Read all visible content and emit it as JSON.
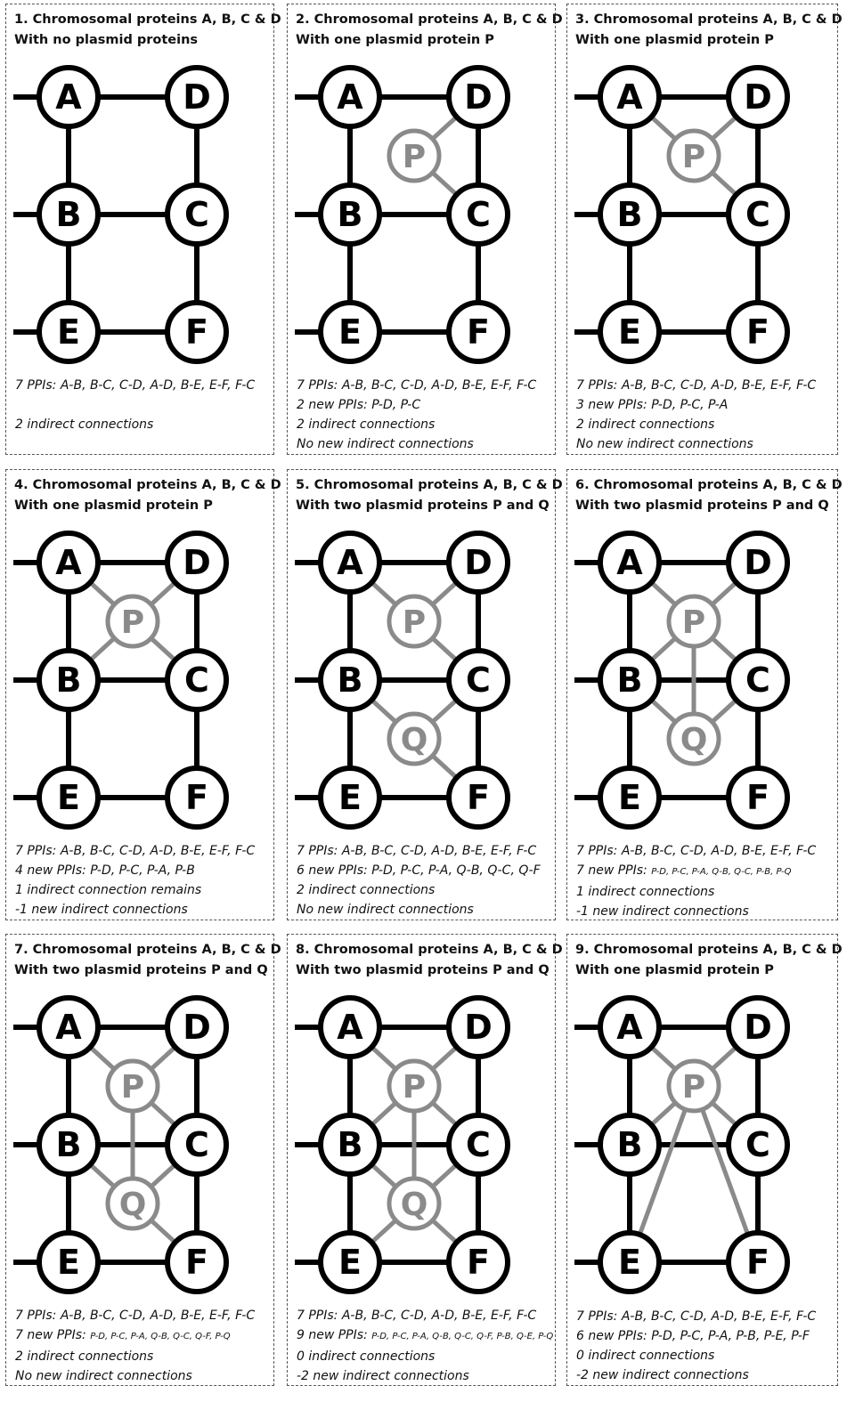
{
  "colors": {
    "chromosomal": "#000000",
    "plasmid": "#8a8a8a",
    "background": "#ffffff"
  },
  "panels": [
    {
      "title_line1": "1. Chromosomal proteins A, B, C & D",
      "title_line2": "With no plasmid proteins",
      "nodes": [
        "A",
        "B",
        "C",
        "D",
        "E",
        "F"
      ],
      "plasmid_nodes": [],
      "chromosomal_edges": [
        [
          "A",
          "B"
        ],
        [
          "B",
          "C"
        ],
        [
          "C",
          "D"
        ],
        [
          "A",
          "D"
        ],
        [
          "B",
          "E"
        ],
        [
          "E",
          "F"
        ],
        [
          "F",
          "C"
        ]
      ],
      "plasmid_edges": [],
      "notes": [
        {
          "text": "7 PPIs: A-B, B-C, C-D, A-D, B-E, E-F, F-C"
        },
        {
          "text": ""
        },
        {
          "text": "2 indirect connections"
        }
      ]
    },
    {
      "title_line1": "2. Chromosomal proteins A, B, C & D",
      "title_line2": "With one plasmid protein P",
      "nodes": [
        "A",
        "B",
        "C",
        "D",
        "E",
        "F"
      ],
      "plasmid_nodes": [
        "P"
      ],
      "chromosomal_edges": [
        [
          "A",
          "B"
        ],
        [
          "B",
          "C"
        ],
        [
          "C",
          "D"
        ],
        [
          "A",
          "D"
        ],
        [
          "B",
          "E"
        ],
        [
          "E",
          "F"
        ],
        [
          "F",
          "C"
        ]
      ],
      "plasmid_edges": [
        [
          "P",
          "D"
        ],
        [
          "P",
          "C"
        ]
      ],
      "notes": [
        {
          "text": "7 PPIs: A-B, B-C, C-D, A-D, B-E, E-F, F-C"
        },
        {
          "text": "2 new PPIs: P-D, P-C"
        },
        {
          "text": "2 indirect connections"
        },
        {
          "text": "No new indirect connections"
        }
      ]
    },
    {
      "title_line1": "3. Chromosomal proteins A, B, C & D",
      "title_line2": "With one plasmid protein P",
      "nodes": [
        "A",
        "B",
        "C",
        "D",
        "E",
        "F"
      ],
      "plasmid_nodes": [
        "P"
      ],
      "chromosomal_edges": [
        [
          "A",
          "B"
        ],
        [
          "B",
          "C"
        ],
        [
          "C",
          "D"
        ],
        [
          "A",
          "D"
        ],
        [
          "B",
          "E"
        ],
        [
          "E",
          "F"
        ],
        [
          "F",
          "C"
        ]
      ],
      "plasmid_edges": [
        [
          "P",
          "D"
        ],
        [
          "P",
          "C"
        ],
        [
          "P",
          "A"
        ]
      ],
      "notes": [
        {
          "text": "7 PPIs: A-B, B-C, C-D, A-D, B-E, E-F, F-C"
        },
        {
          "text": "3 new PPIs: P-D, P-C, P-A"
        },
        {
          "text": "2 indirect connections"
        },
        {
          "text": "No new indirect connections"
        }
      ]
    },
    {
      "title_line1": "4. Chromosomal proteins A, B, C & D",
      "title_line2": "With one plasmid protein P",
      "nodes": [
        "A",
        "B",
        "C",
        "D",
        "E",
        "F"
      ],
      "plasmid_nodes": [
        "P"
      ],
      "chromosomal_edges": [
        [
          "A",
          "B"
        ],
        [
          "B",
          "C"
        ],
        [
          "C",
          "D"
        ],
        [
          "A",
          "D"
        ],
        [
          "B",
          "E"
        ],
        [
          "E",
          "F"
        ],
        [
          "F",
          "C"
        ]
      ],
      "plasmid_edges": [
        [
          "P",
          "D"
        ],
        [
          "P",
          "C"
        ],
        [
          "P",
          "A"
        ],
        [
          "P",
          "B"
        ]
      ],
      "notes": [
        {
          "text": "7 PPIs: A-B, B-C, C-D, A-D, B-E, E-F, F-C"
        },
        {
          "text": "4 new PPIs: P-D, P-C, P-A, P-B"
        },
        {
          "text": "1 indirect connection remains"
        },
        {
          "text": "-1 new indirect connections"
        }
      ]
    },
    {
      "title_line1": "5. Chromosomal proteins A, B, C & D",
      "title_line2": "With two plasmid proteins P and Q",
      "nodes": [
        "A",
        "B",
        "C",
        "D",
        "E",
        "F"
      ],
      "plasmid_nodes": [
        "P",
        "Q"
      ],
      "chromosomal_edges": [
        [
          "A",
          "B"
        ],
        [
          "B",
          "C"
        ],
        [
          "C",
          "D"
        ],
        [
          "A",
          "D"
        ],
        [
          "B",
          "E"
        ],
        [
          "E",
          "F"
        ],
        [
          "F",
          "C"
        ]
      ],
      "plasmid_edges": [
        [
          "P",
          "D"
        ],
        [
          "P",
          "C"
        ],
        [
          "P",
          "A"
        ],
        [
          "Q",
          "B"
        ],
        [
          "Q",
          "C"
        ],
        [
          "Q",
          "F"
        ]
      ],
      "notes": [
        {
          "text": "7 PPIs: A-B, B-C, C-D, A-D, B-E, E-F, F-C"
        },
        {
          "text": "6 new PPIs: P-D, P-C, P-A, Q-B, Q-C, Q-F"
        },
        {
          "text": "2 indirect connections"
        },
        {
          "text": "No new indirect connections"
        }
      ]
    },
    {
      "title_line1": "6. Chromosomal proteins A, B, C & D",
      "title_line2": "With two plasmid proteins P and Q",
      "nodes": [
        "A",
        "B",
        "C",
        "D",
        "E",
        "F"
      ],
      "plasmid_nodes": [
        "P",
        "Q"
      ],
      "chromosomal_edges": [
        [
          "A",
          "B"
        ],
        [
          "B",
          "C"
        ],
        [
          "C",
          "D"
        ],
        [
          "A",
          "D"
        ],
        [
          "B",
          "E"
        ],
        [
          "E",
          "F"
        ],
        [
          "F",
          "C"
        ]
      ],
      "plasmid_edges": [
        [
          "P",
          "D"
        ],
        [
          "P",
          "C"
        ],
        [
          "P",
          "A"
        ],
        [
          "Q",
          "B"
        ],
        [
          "Q",
          "C"
        ],
        [
          "P",
          "B"
        ],
        [
          "P",
          "Q"
        ]
      ],
      "notes": [
        {
          "text": "7 PPIs: A-B, B-C, C-D, A-D, B-E, E-F, F-C"
        },
        {
          "text": "7 new PPIs: ",
          "small": "P-D, P-C, P-A, Q-B, Q-C, P-B, P-Q"
        },
        {
          "text": "1 indirect connections"
        },
        {
          "text": "-1 new indirect connections"
        }
      ]
    },
    {
      "title_line1": "7. Chromosomal proteins A, B, C & D",
      "title_line2": "With two plasmid proteins P and Q",
      "nodes": [
        "A",
        "B",
        "C",
        "D",
        "E",
        "F"
      ],
      "plasmid_nodes": [
        "P",
        "Q"
      ],
      "chromosomal_edges": [
        [
          "A",
          "B"
        ],
        [
          "B",
          "C"
        ],
        [
          "C",
          "D"
        ],
        [
          "A",
          "D"
        ],
        [
          "B",
          "E"
        ],
        [
          "E",
          "F"
        ],
        [
          "F",
          "C"
        ]
      ],
      "plasmid_edges": [
        [
          "P",
          "D"
        ],
        [
          "P",
          "C"
        ],
        [
          "P",
          "A"
        ],
        [
          "Q",
          "B"
        ],
        [
          "Q",
          "C"
        ],
        [
          "Q",
          "F"
        ],
        [
          "P",
          "Q"
        ]
      ],
      "notes": [
        {
          "text": "7 PPIs: A-B, B-C, C-D, A-D, B-E, E-F, F-C"
        },
        {
          "text": "7 new PPIs: ",
          "small": "P-D, P-C, P-A, Q-B, Q-C, Q-F, P-Q"
        },
        {
          "text": "2 indirect connections"
        },
        {
          "text": "No new indirect connections"
        }
      ]
    },
    {
      "title_line1": "8. Chromosomal proteins A, B, C & D",
      "title_line2": "With two plasmid proteins P and Q",
      "nodes": [
        "A",
        "B",
        "C",
        "D",
        "E",
        "F"
      ],
      "plasmid_nodes": [
        "P",
        "Q"
      ],
      "chromosomal_edges": [
        [
          "A",
          "B"
        ],
        [
          "B",
          "C"
        ],
        [
          "C",
          "D"
        ],
        [
          "A",
          "D"
        ],
        [
          "B",
          "E"
        ],
        [
          "E",
          "F"
        ],
        [
          "F",
          "C"
        ]
      ],
      "plasmid_edges": [
        [
          "P",
          "D"
        ],
        [
          "P",
          "C"
        ],
        [
          "P",
          "A"
        ],
        [
          "Q",
          "B"
        ],
        [
          "Q",
          "C"
        ],
        [
          "Q",
          "F"
        ],
        [
          "P",
          "B"
        ],
        [
          "Q",
          "E"
        ],
        [
          "P",
          "Q"
        ]
      ],
      "notes": [
        {
          "text": "7 PPIs: A-B, B-C, C-D, A-D, B-E, E-F, F-C"
        },
        {
          "text": "9 new PPIs: ",
          "small": "P-D, P-C, P-A, Q-B, Q-C, Q-F, P-B, Q-E, P-Q"
        },
        {
          "text": "0 indirect connections"
        },
        {
          "text": "-2 new indirect connections"
        }
      ]
    },
    {
      "title_line1": "9. Chromosomal proteins A, B, C & D",
      "title_line2": "With one plasmid protein P",
      "nodes": [
        "A",
        "B",
        "C",
        "D",
        "E",
        "F"
      ],
      "plasmid_nodes": [
        "P"
      ],
      "chromosomal_edges": [
        [
          "A",
          "B"
        ],
        [
          "B",
          "C"
        ],
        [
          "C",
          "D"
        ],
        [
          "A",
          "D"
        ],
        [
          "B",
          "E"
        ],
        [
          "E",
          "F"
        ],
        [
          "F",
          "C"
        ]
      ],
      "plasmid_edges": [
        [
          "P",
          "D"
        ],
        [
          "P",
          "C"
        ],
        [
          "P",
          "A"
        ],
        [
          "P",
          "B"
        ],
        [
          "P",
          "E"
        ],
        [
          "P",
          "F"
        ]
      ],
      "notes": [
        {
          "text": "7 PPIs: A-B, B-C, C-D, A-D, B-E, E-F, F-C"
        },
        {
          "text": "6 new PPIs: P-D, P-C, P-A, P-B, P-E, P-F"
        },
        {
          "text": "0 indirect connections"
        },
        {
          "text": "-2 new indirect connections"
        }
      ]
    }
  ]
}
